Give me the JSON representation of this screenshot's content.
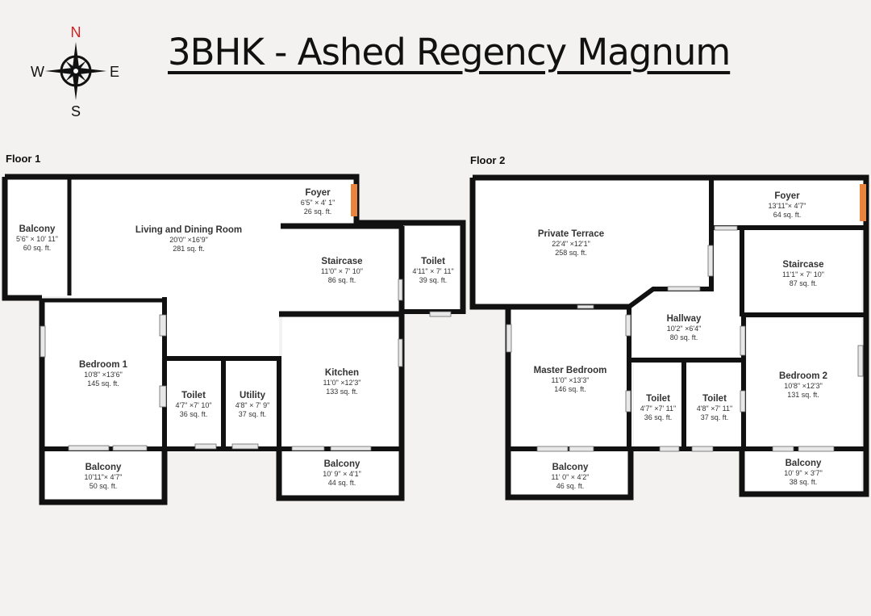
{
  "title": "3BHK - Ashed Regency Magnum",
  "compass": {
    "n": "N",
    "s": "S",
    "e": "E",
    "w": "W"
  },
  "floors": [
    {
      "label": "Floor 1",
      "rooms": [
        {
          "name": "Balcony",
          "dims": "5'6\" × 10' 11\"",
          "area": "60 sq. ft."
        },
        {
          "name": "Living and Dining Room",
          "dims": "20'0\" ×16'9\"",
          "area": "281 sq. ft."
        },
        {
          "name": "Foyer",
          "dims": "6'5\" × 4' 1\"",
          "area": "26 sq. ft."
        },
        {
          "name": "Staircase",
          "dims": "11'0\" × 7' 10\"",
          "area": "86 sq. ft."
        },
        {
          "name": "Toilet",
          "dims": "4'11\" × 7' 11\"",
          "area": "39 sq. ft."
        },
        {
          "name": "Bedroom 1",
          "dims": "10'8\" ×13'6\"",
          "area": "145 sq. ft."
        },
        {
          "name": "Toilet",
          "dims": "4'7\" ×7' 10\"",
          "area": "36 sq. ft."
        },
        {
          "name": "Utility",
          "dims": "4'8\" × 7' 9\"",
          "area": "37 sq. ft."
        },
        {
          "name": "Kitchen",
          "dims": "11'0\" ×12'3\"",
          "area": "133 sq. ft."
        },
        {
          "name": "Balcony",
          "dims": "10'11\"× 4'7\"",
          "area": "50 sq. ft."
        },
        {
          "name": "Balcony",
          "dims": "10' 9\" × 4'1\"",
          "area": "44 sq. ft."
        }
      ]
    },
    {
      "label": "Floor 2",
      "rooms": [
        {
          "name": "Private Terrace",
          "dims": "22'4\" ×12'1\"",
          "area": "258 sq. ft."
        },
        {
          "name": "Foyer",
          "dims": "13'11\"× 4'7\"",
          "area": "64 sq. ft."
        },
        {
          "name": "Staircase",
          "dims": "11'1\" × 7' 10\"",
          "area": "87 sq. ft."
        },
        {
          "name": "Hallway",
          "dims": "10'2\" ×6'4\"",
          "area": "80 sq. ft."
        },
        {
          "name": "Master Bedroom",
          "dims": "11'0\" ×13'3\"",
          "area": "146 sq. ft."
        },
        {
          "name": "Toilet",
          "dims": "4'7\" ×7' 11\"",
          "area": "36 sq. ft."
        },
        {
          "name": "Toilet",
          "dims": "4'8\" ×7' 11\"",
          "area": "37 sq. ft."
        },
        {
          "name": "Bedroom 2",
          "dims": "10'8\" ×12'3\"",
          "area": "131 sq. ft."
        },
        {
          "name": "Balcony",
          "dims": "11' 0\" × 4'2\"",
          "area": "46 sq. ft."
        },
        {
          "name": "Balcony",
          "dims": "10' 9\" × 3'7\"",
          "area": "38 sq. ft."
        }
      ]
    }
  ],
  "colors": {
    "wall": "#111111",
    "floor": "#ffffff",
    "entry": "#e8843e",
    "window": "#e8e8e8",
    "background": "#f3f2f1"
  }
}
